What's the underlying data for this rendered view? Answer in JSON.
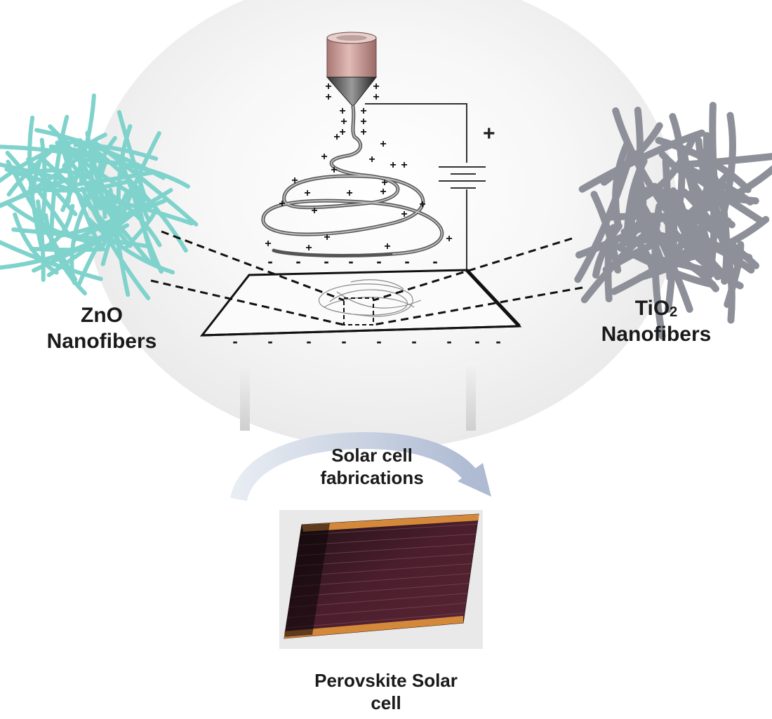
{
  "labels": {
    "zno_line1": "ZnO",
    "zno_line2": "Nanofibers",
    "tio2_base": "TiO",
    "tio2_sub": "2",
    "tio2_line2": "Nanofibers",
    "fabrication_line1": "Solar cell",
    "fabrication_line2": "fabrications",
    "solar_cell_line1": "Perovskite Solar",
    "solar_cell_line2": "cell"
  },
  "symbols": {
    "positive": "+",
    "negative": "-"
  },
  "colors": {
    "zno_fibers": "#7fd3cc",
    "tio2_fibers": "#8e9099",
    "nozzle": "#c99a97",
    "solar_cell_body": "#3a1a22",
    "solar_cell_contacts": "#d4893a",
    "arrow": "#c5cfe0"
  }
}
